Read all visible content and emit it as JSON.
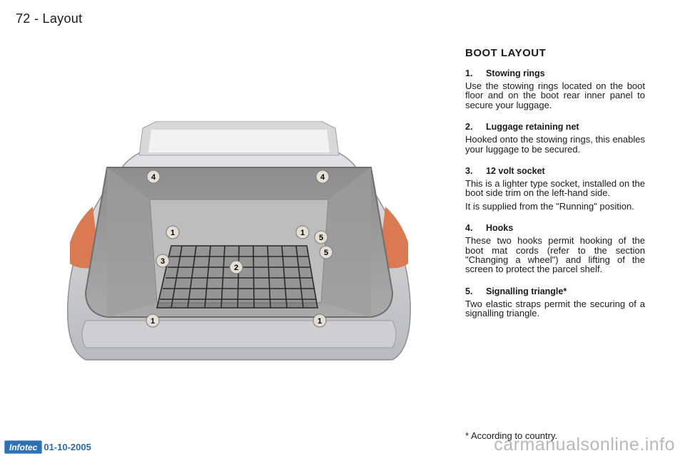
{
  "header": {
    "page_number": "72",
    "separator": "-",
    "title": "Layout"
  },
  "section": {
    "title": "BOOT LAYOUT",
    "items": [
      {
        "num": "1.",
        "title": "Stowing rings",
        "paragraphs": [
          "Use the stowing rings located on the boot floor and on the boot rear inner panel to secure your luggage."
        ]
      },
      {
        "num": "2.",
        "title": "Luggage retaining net",
        "paragraphs": [
          "Hooked onto the stowing rings, this enables your luggage to be secured."
        ]
      },
      {
        "num": "3.",
        "title": "12 volt socket",
        "paragraphs": [
          "This is a lighter type socket, installed on the boot side trim on the left-hand side.",
          "It is supplied from the \"Running\" position."
        ]
      },
      {
        "num": "4.",
        "title": "Hooks",
        "paragraphs": [
          "These two hooks permit hooking of the boot mat cords (refer to the section \"Changing a wheel\") and lifting of the screen to protect the parcel shelf."
        ]
      },
      {
        "num": "5.",
        "title": "Signalling triangle*",
        "paragraphs": [
          "Two elastic straps permit the securing of a signalling triangle."
        ]
      }
    ]
  },
  "figure": {
    "callouts": [
      "4",
      "4",
      "1",
      "1",
      "5",
      "5",
      "3",
      "2",
      "1",
      "1"
    ]
  },
  "footnote": "* According to country.",
  "footer": {
    "logo": "Infotec",
    "date": "01-10-2005"
  },
  "watermark": "carmanualsonline.info"
}
